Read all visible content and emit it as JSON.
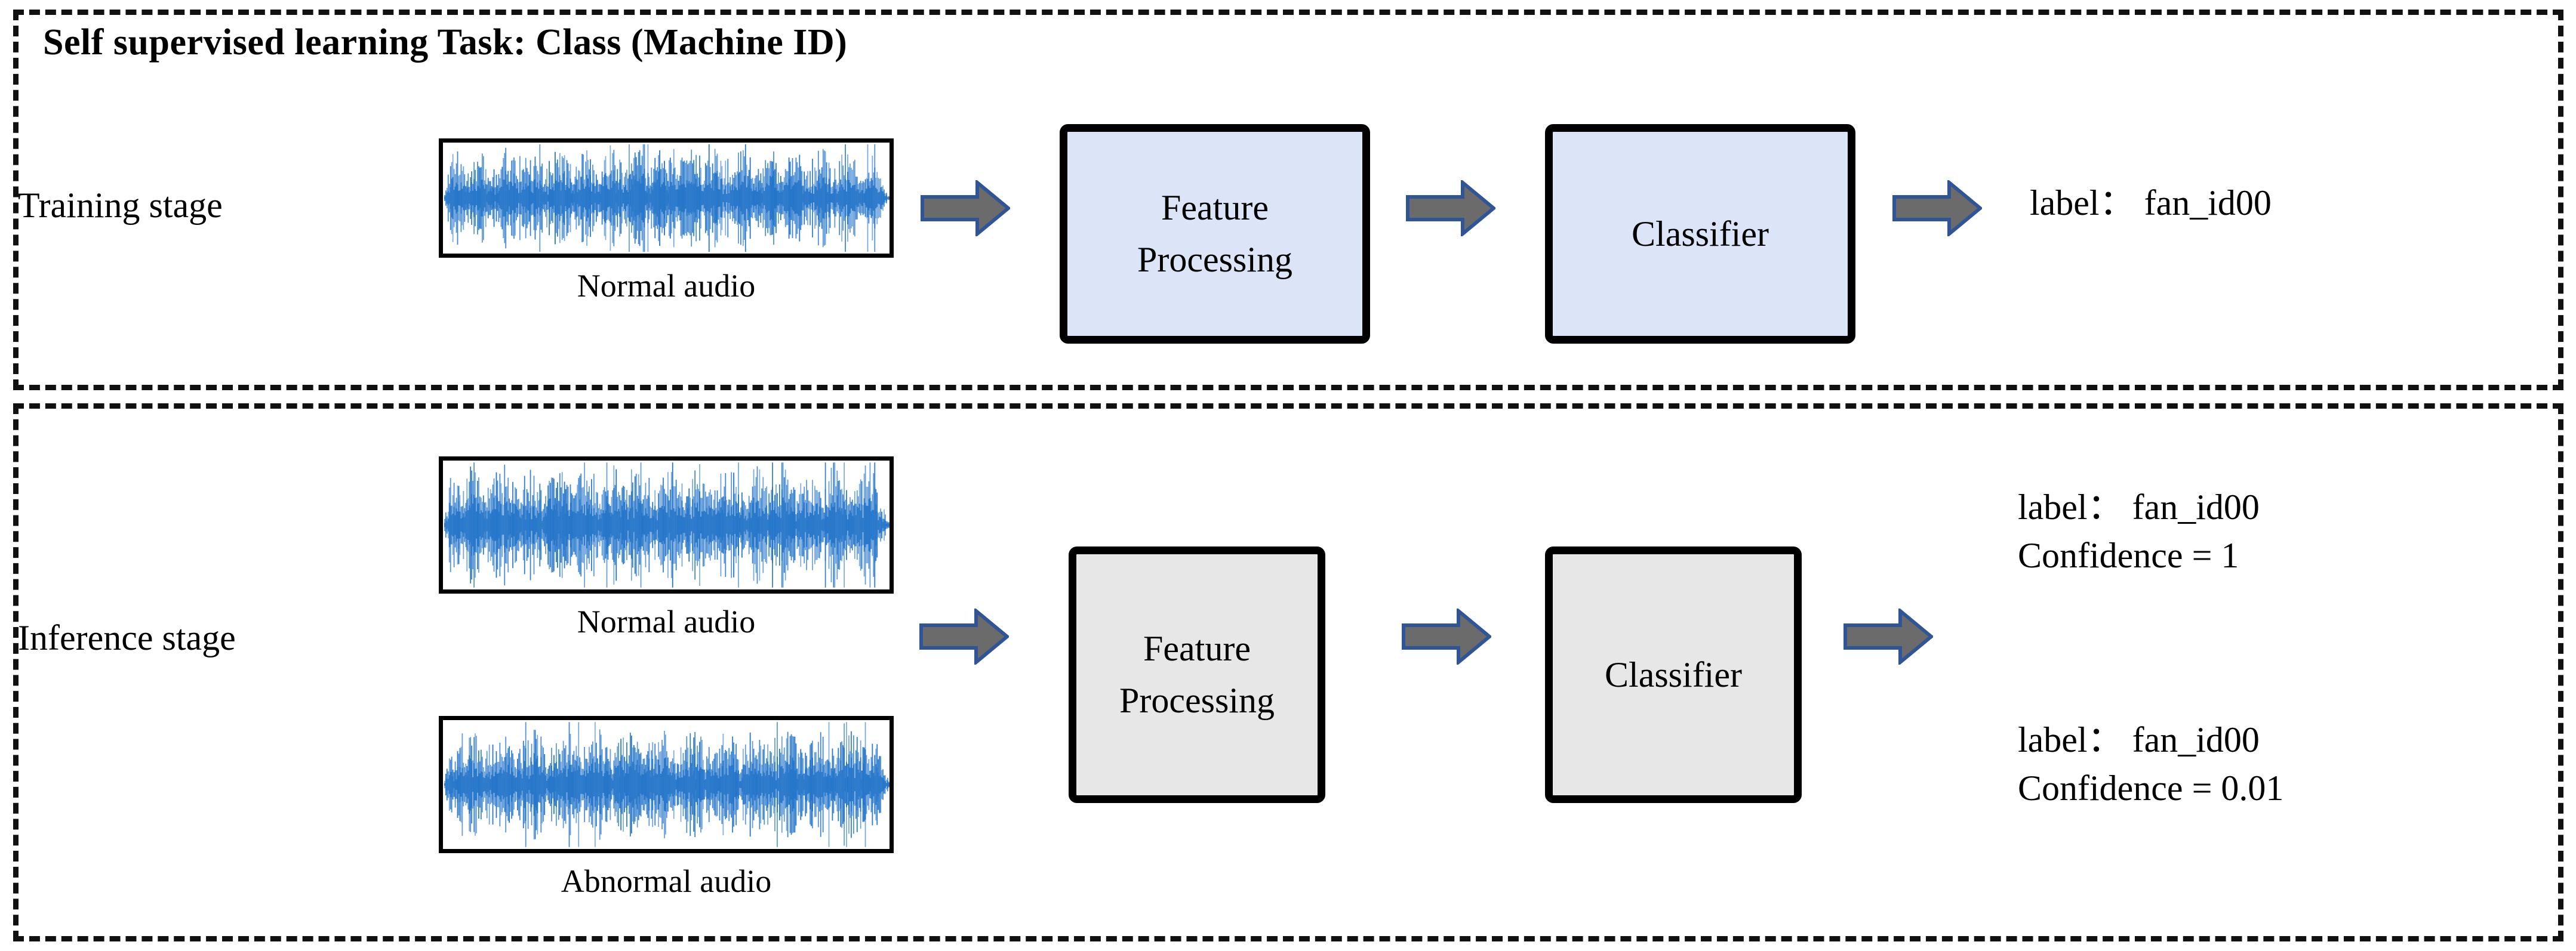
{
  "figure": {
    "title": "Self supervised learning Task: Class (Machine ID)"
  },
  "colors": {
    "training_box_fill": "#dbe5f7",
    "inference_box_fill": "#e7e7e7",
    "box_border": "#000000",
    "arrow_fill": "#6b6b6b",
    "arrow_border": "#2f5597",
    "waveform": "#1f72c8",
    "panel_border": "#111111"
  },
  "stages": [
    {
      "id": "training",
      "label": "Training stage",
      "inputs": [
        {
          "caption": "Normal audio",
          "kind": "normal"
        }
      ],
      "blocks": [
        {
          "label": "Feature\nProcessing",
          "line1": "Feature",
          "line2": "Processing",
          "fill": "blue"
        },
        {
          "label": "Classifier",
          "line1": "Classifier",
          "line2": "",
          "fill": "blue"
        }
      ],
      "outputs": [
        {
          "lines": [
            "label：  fan_id00"
          ]
        }
      ]
    },
    {
      "id": "inference",
      "label": "Inference stage",
      "inputs": [
        {
          "caption": "Normal audio",
          "kind": "normal"
        },
        {
          "caption": "Abnormal audio",
          "kind": "abnormal"
        }
      ],
      "blocks": [
        {
          "label": "Feature\nProcessing",
          "line1": "Feature",
          "line2": "Processing",
          "fill": "gray"
        },
        {
          "label": "Classifier",
          "line1": "Classifier",
          "line2": "",
          "fill": "gray"
        }
      ],
      "outputs": [
        {
          "lines": [
            "label：  fan_id00",
            "Confidence = 1"
          ],
          "line1": "label：  fan_id00",
          "line2": "Confidence = 1"
        },
        {
          "lines": [
            "label：  fan_id00",
            "Confidence = 0.01"
          ],
          "line1": "label：  fan_id00",
          "line2": "Confidence = 0.01"
        }
      ]
    }
  ],
  "icons": {
    "arrow": "right-block-arrow-icon",
    "waveform": "audio-waveform-icon"
  }
}
